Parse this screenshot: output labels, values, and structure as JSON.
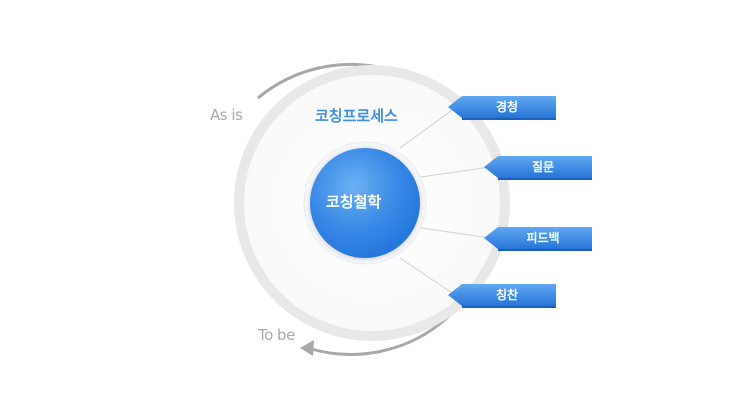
{
  "diagram": {
    "outer_left_label": "As is",
    "outer_bottom_label": "To be",
    "process_title": "코칭프로세스",
    "center_label": "코칭철학",
    "tags": [
      {
        "label": "경청"
      },
      {
        "label": "질문"
      },
      {
        "label": "피드백"
      },
      {
        "label": "칭찬"
      }
    ]
  },
  "colors": {
    "accent_blue": "#3d8fe0",
    "tag_blue": "#2f7fe0",
    "ring_gray": "#e6e6e6",
    "arc_gray": "#a0a0a0",
    "label_gray": "#a9a9a9"
  }
}
